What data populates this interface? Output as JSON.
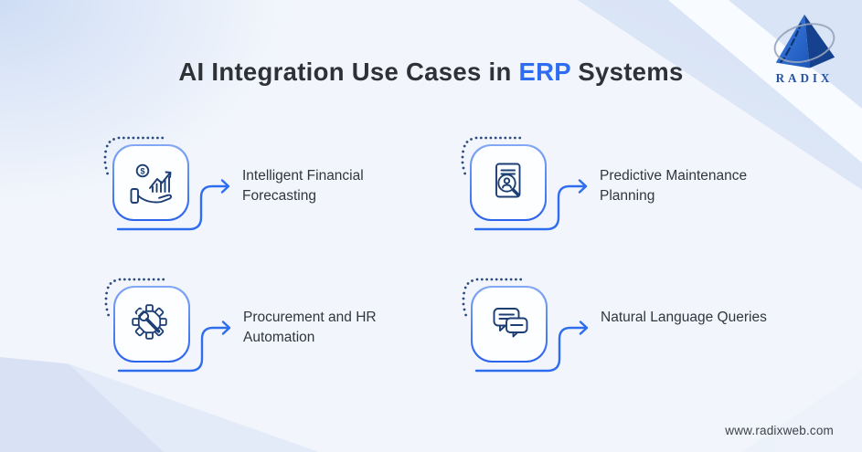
{
  "title": {
    "prefix": "AI Integration Use Cases in ",
    "highlight": "ERP",
    "suffix": " Systems"
  },
  "brand": {
    "name": "RADIX"
  },
  "features": [
    {
      "label": "Intelligent Financial Forecasting",
      "icon": "hand-growth-chart-dollar-icon"
    },
    {
      "label": "Predictive Maintenance Planning",
      "icon": "document-magnifier-person-icon"
    },
    {
      "label": "Procurement and HR Automation",
      "icon": "gear-wrench-icon"
    },
    {
      "label": "Natural Language Queries",
      "icon": "chat-bubbles-icon"
    }
  ],
  "footer": {
    "website": "www.radixweb.com"
  },
  "colors": {
    "accent_blue": "#2e6cf0",
    "icon_navy": "#1c3e74",
    "title_dark": "#2e3237",
    "label_dark": "#30363f",
    "background_tint": "#d9e3f6",
    "logo_blue": "#2353a6"
  }
}
